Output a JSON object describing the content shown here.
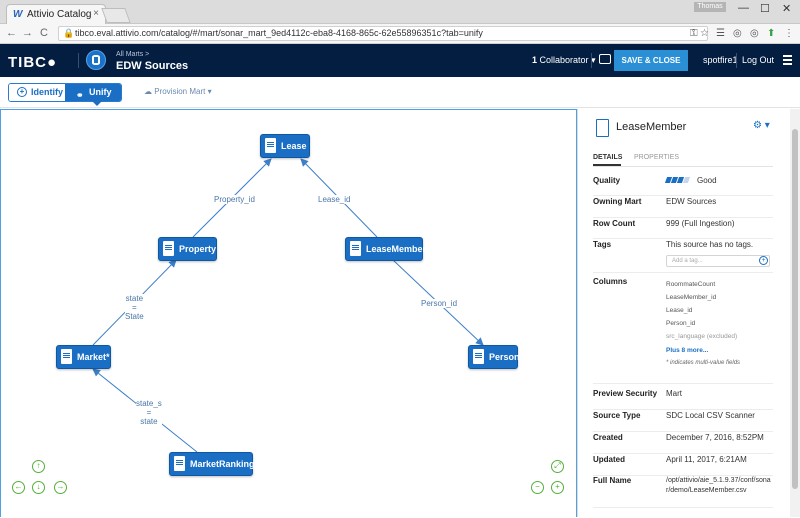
{
  "browser": {
    "tab_title": "Attivio Catalog",
    "tab_close": "×",
    "favicon": "W",
    "user_chip": "Thomas",
    "win_min": "—",
    "win_max": "☐",
    "win_close": "✕",
    "back": "←",
    "forward": "→",
    "reload": "C",
    "url": "tibco.eval.attivio.com/catalog/#/mart/sonar_mart_9ed4112c-eba8-4168-865c-62e55896351c?tab=unify",
    "lock": "🔒",
    "ext_key": "⚿",
    "ext_star": "☆",
    "ext_a": "☰",
    "ext_b": "◎",
    "ext_c": "⬆",
    "ext_menu": "⋮"
  },
  "header": {
    "logo": "TIBC●",
    "breadcrumb": "All Marts  >",
    "mart_name": "EDW Sources",
    "collaborator_count": "1",
    "collaborator_label": " Collaborator ▾",
    "save_close": "SAVE & CLOSE",
    "user": "spotfire1",
    "logout": "Log Out"
  },
  "toolbar": {
    "identify": "Identify",
    "identify_icon": "+",
    "unify": "Unify",
    "unify_icon": "⚭",
    "provision": "☁  Provision Mart  ▾"
  },
  "graph": {
    "nodes": [
      {
        "id": "lease",
        "label": "Lease"
      },
      {
        "id": "property",
        "label": "Property"
      },
      {
        "id": "leasemember",
        "label": "LeaseMember"
      },
      {
        "id": "market",
        "label": "Market*"
      },
      {
        "id": "person",
        "label": "Person"
      },
      {
        "id": "marketrankings",
        "label": "MarketRankings"
      }
    ],
    "edges": [
      {
        "label": "Property_id"
      },
      {
        "label": "Lease_id"
      },
      {
        "label_lines": [
          "state",
          "=",
          "State"
        ]
      },
      {
        "label": "Person_id"
      },
      {
        "label_lines": [
          "state_s",
          "=",
          "state"
        ]
      }
    ]
  },
  "controls": {
    "up": "↑",
    "left": "←",
    "down": "↓",
    "right": "→",
    "fit": "⤢",
    "zoom_out": "−",
    "zoom_in": "+"
  },
  "panel": {
    "title": "LeaseMember",
    "gear": "⚙ ▾",
    "tab_details": "DETAILS",
    "tab_properties": "PROPERTIES",
    "quality_label": "Quality",
    "quality_value": "Good",
    "quality_level": 0.75,
    "owning_mart_label": "Owning Mart",
    "owning_mart_value": "EDW Sources",
    "row_count_label": "Row Count",
    "row_count_value": "999 (Full Ingestion)",
    "tags_label": "Tags",
    "tags_value": "This source has no tags.",
    "tag_placeholder": "Add a tag...",
    "tag_plus": "+",
    "columns_label": "Columns",
    "columns": [
      "RoommateCount",
      "LeaseMember_id",
      "Lease_id",
      "Person_id",
      "src_language (excluded)"
    ],
    "plus_more": "Plus 8 more...",
    "multivalue_note": "* indicates multi-value fields",
    "preview_security_label": "Preview Security",
    "preview_security_value": "Mart",
    "source_type_label": "Source Type",
    "source_type_value": "SDC Local CSV Scanner",
    "created_label": "Created",
    "created_value": "December 7, 2016, 8:52PM",
    "updated_label": "Updated",
    "updated_value": "April 11, 2017, 6:21AM",
    "full_name_label": "Full Name",
    "full_name_value": "/opt/attivio/aie_5.1.9.37/conf/sonar/demo/LeaseMember.csv"
  }
}
